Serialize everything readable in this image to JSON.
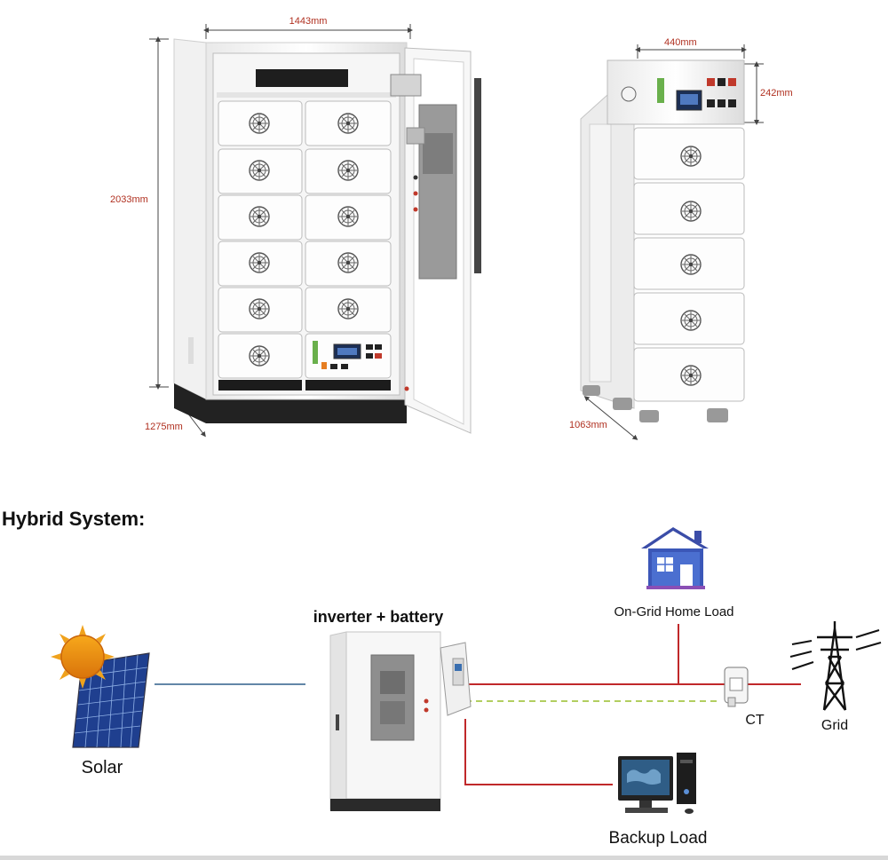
{
  "dimensions": {
    "cabinet_width": "1443mm",
    "cabinet_height": "2033mm",
    "cabinet_depth": "1275mm",
    "stack_width": "440mm",
    "stack_top_height": "242mm",
    "stack_depth": "1063mm"
  },
  "section_title": "Hybrid System:",
  "system": {
    "solar_label": "Solar",
    "inverter_label": "inverter + battery",
    "home_load_label": "On-Grid Home Load",
    "ct_label": "CT",
    "grid_label": "Grid",
    "backup_load_label": "Backup Load"
  },
  "colors": {
    "ac_line": "#c0282a",
    "dc_line": "#2e5f8a",
    "dashed_line": "#a8c84a",
    "dimension_text": "#b03020"
  }
}
